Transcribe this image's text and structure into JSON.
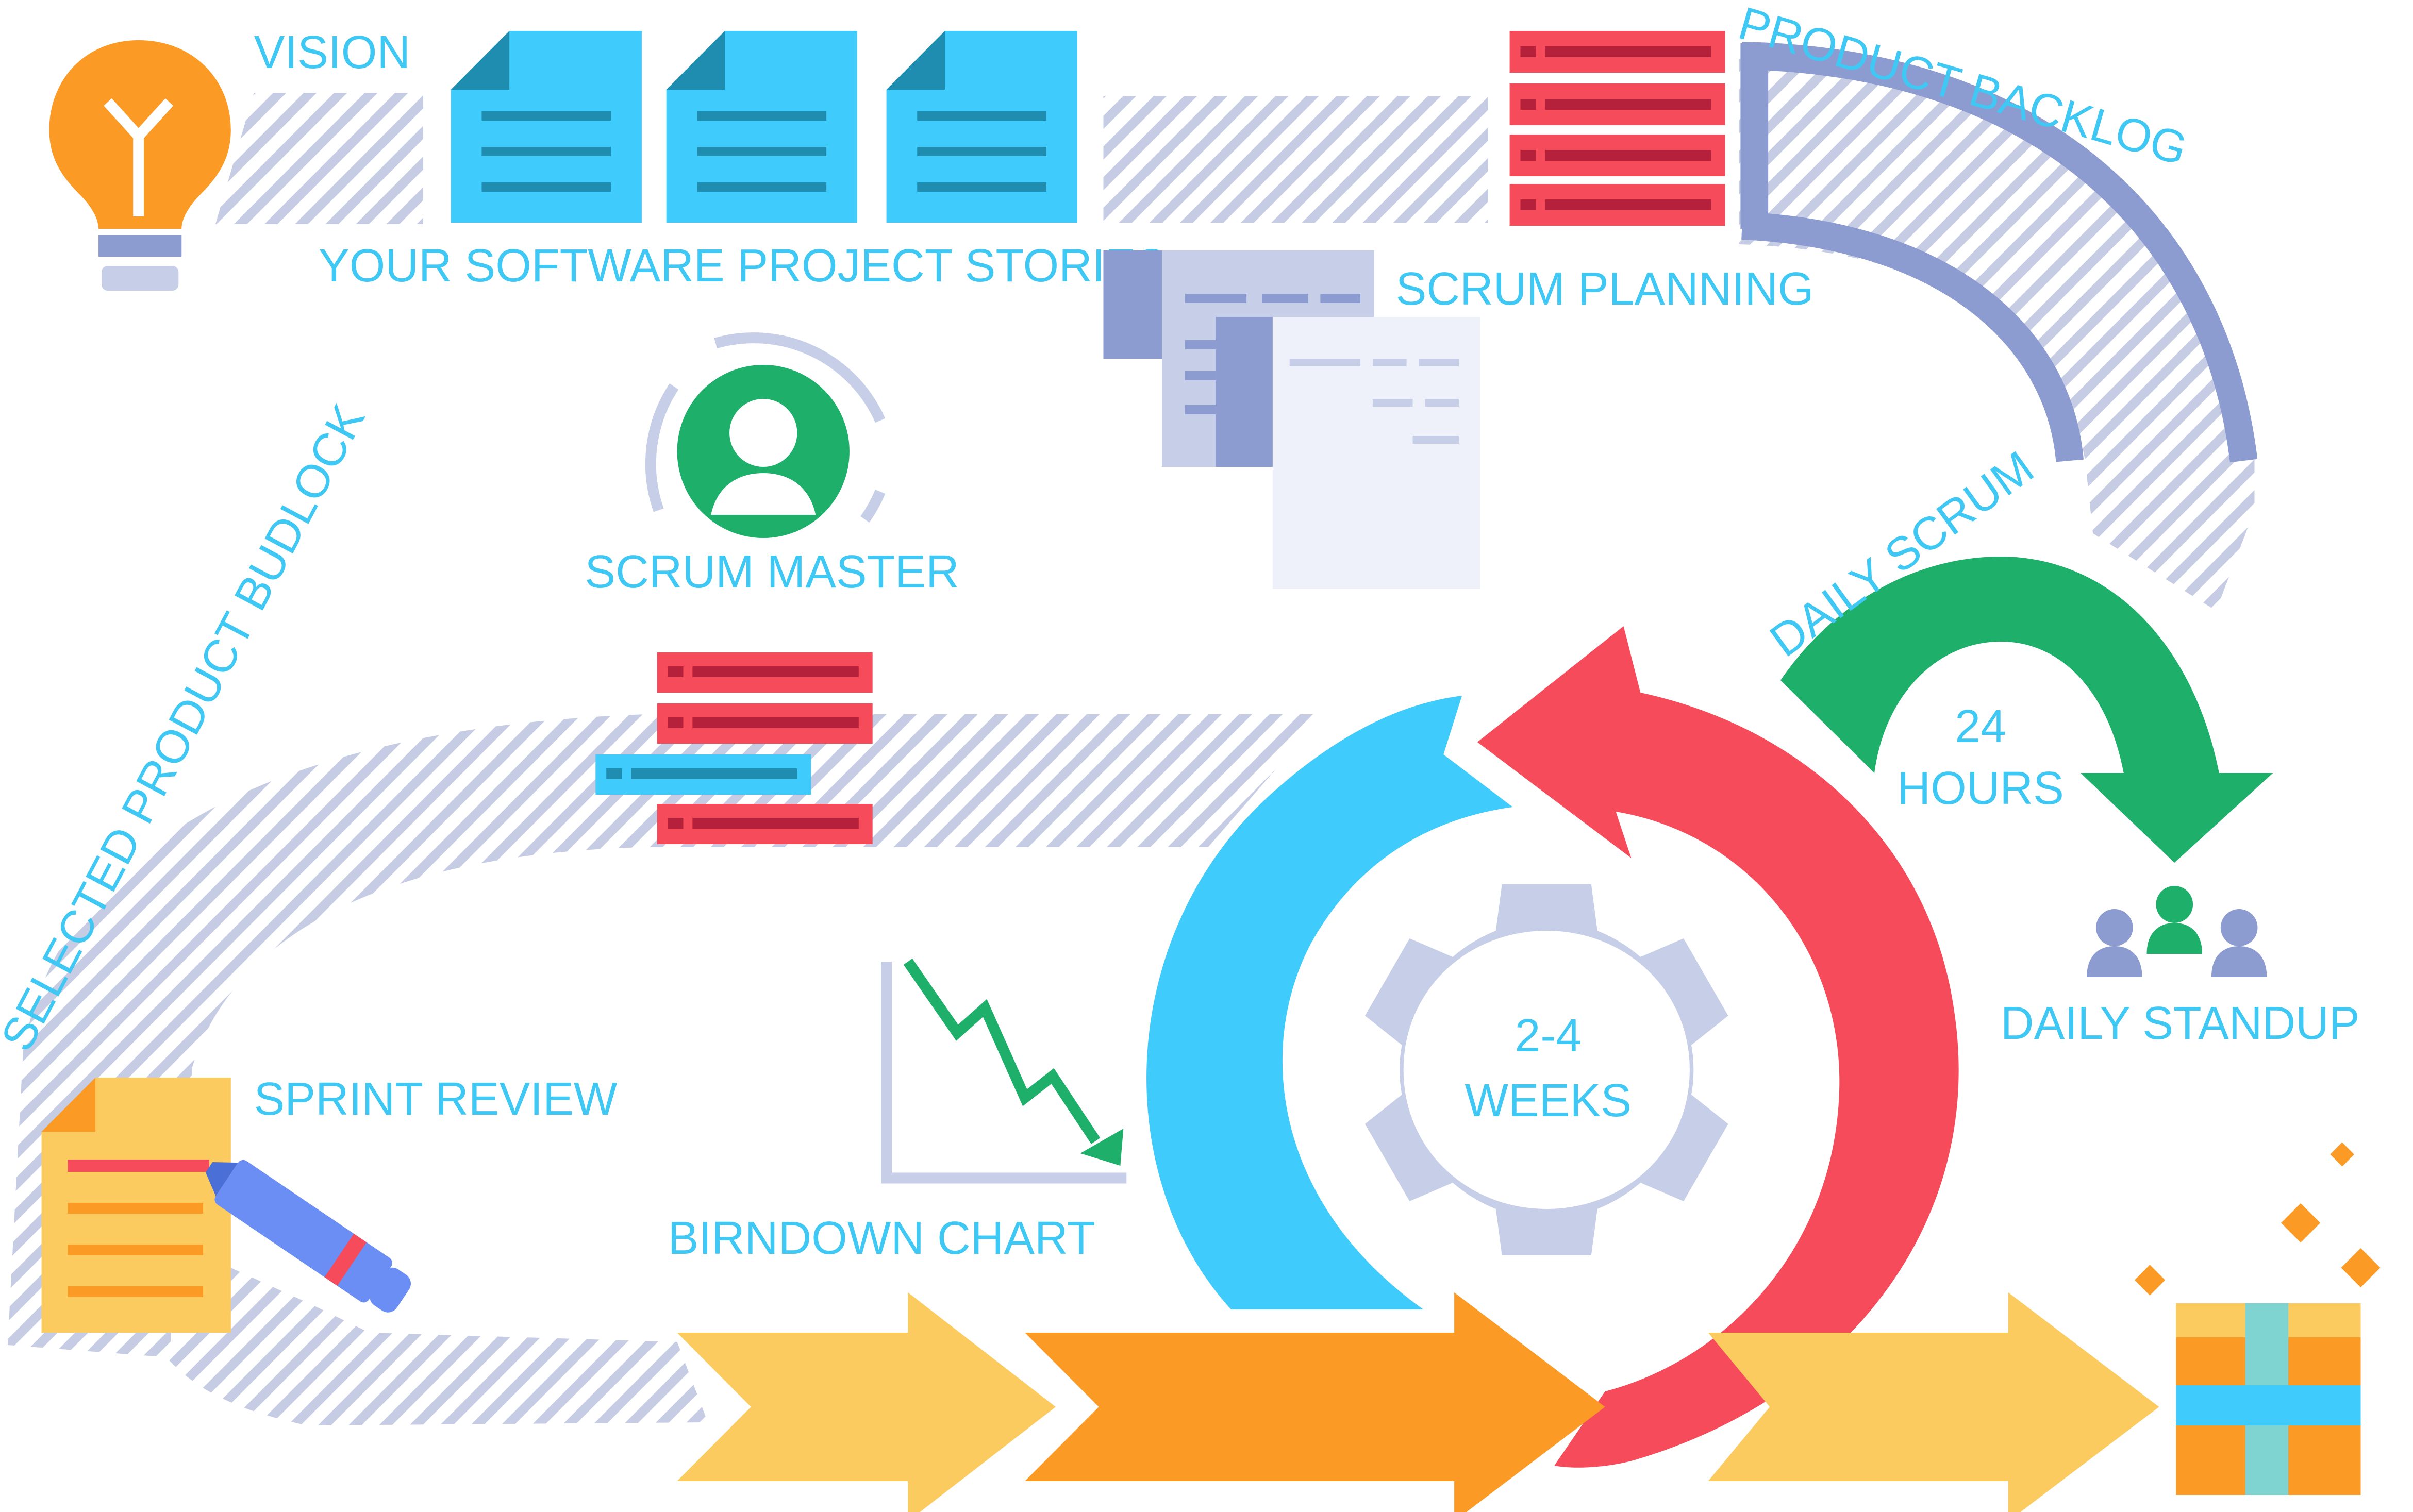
{
  "labels": {
    "vision": "VISION",
    "stories": "YOUR SOFTWARE PROJECT STORIES",
    "product_backlog": "PRODUCT BACKLOG",
    "scrum_planning": "SCRUM PLANNING",
    "scrum_master": "SCRUM MASTER",
    "daily_scrum": "DAILY SCRUM",
    "hours_number": "24",
    "hours_word": "HOURS",
    "selected_backlog": "SELECTED PRODUCT BUDLOCK",
    "daily_standup": "DAILY STANDUP",
    "weeks_range": "2-4",
    "weeks_word": "WEEKS",
    "sprint_review": "SPRINT REVIEW",
    "burndown_chart": "BIRNDOWN CHART"
  },
  "colors": {
    "label_text": "#3fc8f4",
    "hatch": "#c5cce4",
    "bulb": "#fb9a24",
    "story_card": "#3fcbfb",
    "story_fold": "#1f8db0",
    "backlog_red": "#f54b5a",
    "backlog_band": "#8c9bd0",
    "scrum_master_green": "#1eb06a",
    "cycle_blue": "#3fcbfb",
    "cycle_red": "#f54b5a",
    "gear": "#c7cfe8",
    "arrow_light_orange": "#fccb5f",
    "arrow_orange": "#fb9a24",
    "gift_box": "#fb9a24",
    "gift_ribbon": "#3fcbfb",
    "sparkle": "#fb9a24"
  },
  "icons": [
    "lightbulb-icon",
    "document-icon",
    "backlog-list-icon",
    "planning-board-icon",
    "user-avatar-icon",
    "refresh-arrow-icon",
    "team-people-icon",
    "gear-icon",
    "cycle-arrows-icon",
    "sprint-review-document-icon",
    "marker-pen-icon",
    "burndown-chart-icon",
    "gift-box-icon",
    "sparkle-icon"
  ]
}
